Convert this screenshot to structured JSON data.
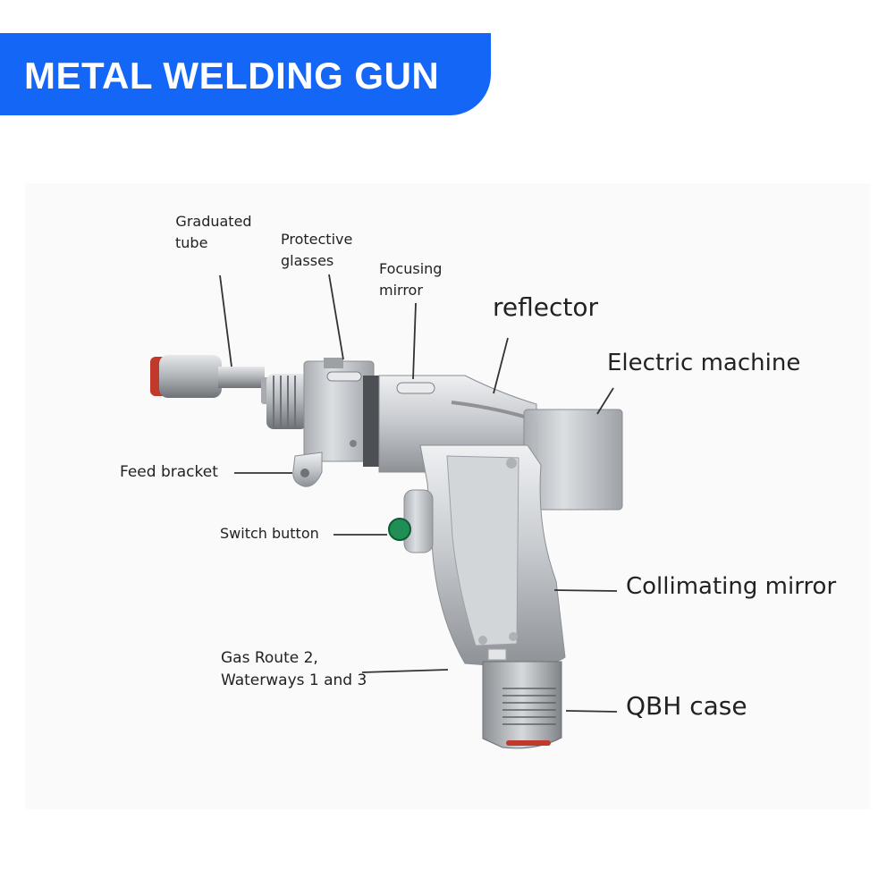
{
  "title": "METAL WELDING GUN",
  "colors": {
    "banner": "#1366f6",
    "banner_text": "#ffffff",
    "label_text": "#222222",
    "leader": "#333333"
  },
  "labels": {
    "graduated_tube": [
      "Graduated",
      "tube"
    ],
    "protective_glasses": [
      "Protective",
      "glasses"
    ],
    "focusing_mirror": [
      "Focusing",
      "mirror"
    ],
    "reflector": "reflector",
    "electric_machine": "Electric machine",
    "feed_bracket": "Feed bracket",
    "switch_button": "Switch button",
    "collimating_mirror": "Collimating mirror",
    "gas_route": [
      "Gas Route 2,",
      "Waterways 1 and 3"
    ],
    "qbh_case": "QBH case"
  }
}
